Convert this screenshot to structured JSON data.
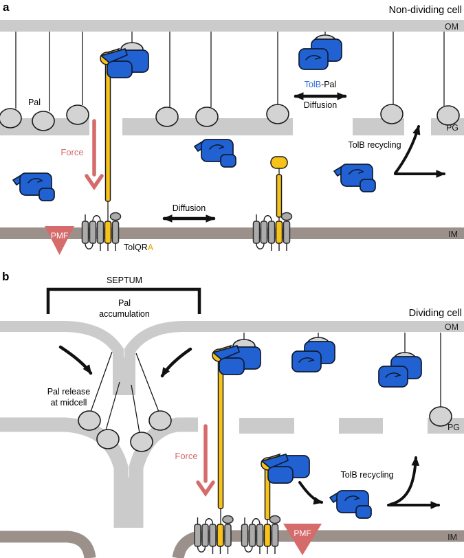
{
  "colors": {
    "membrane_gray": "#cbcbcb",
    "pal_gray": "#d3d3d3",
    "inner_membrane_taupe": "#9c908b",
    "tolb_blue": "#2161d1",
    "tola_yellow": "#f7c21a",
    "tm_helix_gray": "#ababab",
    "force_salmon": "#d56b6b",
    "tolb_text_blue": "#2e6bd8",
    "tola_text_gold": "#e2a600"
  },
  "panel_a": {
    "panel_label": "a",
    "cell_type": "Non-dividing cell",
    "om_label": "OM",
    "pg_label": "PG",
    "im_label": "IM",
    "pal_label": "Pal",
    "tolb_pal_complex": {
      "tolb": "TolB",
      "pal_suffix": "-Pal"
    },
    "diffusion_om_label": "Diffusion",
    "diffusion_im_label": "Diffusion",
    "force_label": "Force",
    "pmf_label": "PMF",
    "tolb_recycling_label": "TolB recycling",
    "tolqra": {
      "tolqr": "TolQR",
      "a": "A"
    }
  },
  "panel_b": {
    "panel_label": "b",
    "cell_type": "Dividing cell",
    "septum_label": "SEPTUM",
    "pal_accumulation": [
      "Pal",
      "accumulation"
    ],
    "pal_release": [
      "Pal release",
      "at midcell"
    ],
    "force_label": "Force",
    "pmf_label": "PMF",
    "tolb_recycling_label": "TolB recycling",
    "om_label": "OM",
    "pg_label": "PG",
    "im_label": "IM"
  }
}
